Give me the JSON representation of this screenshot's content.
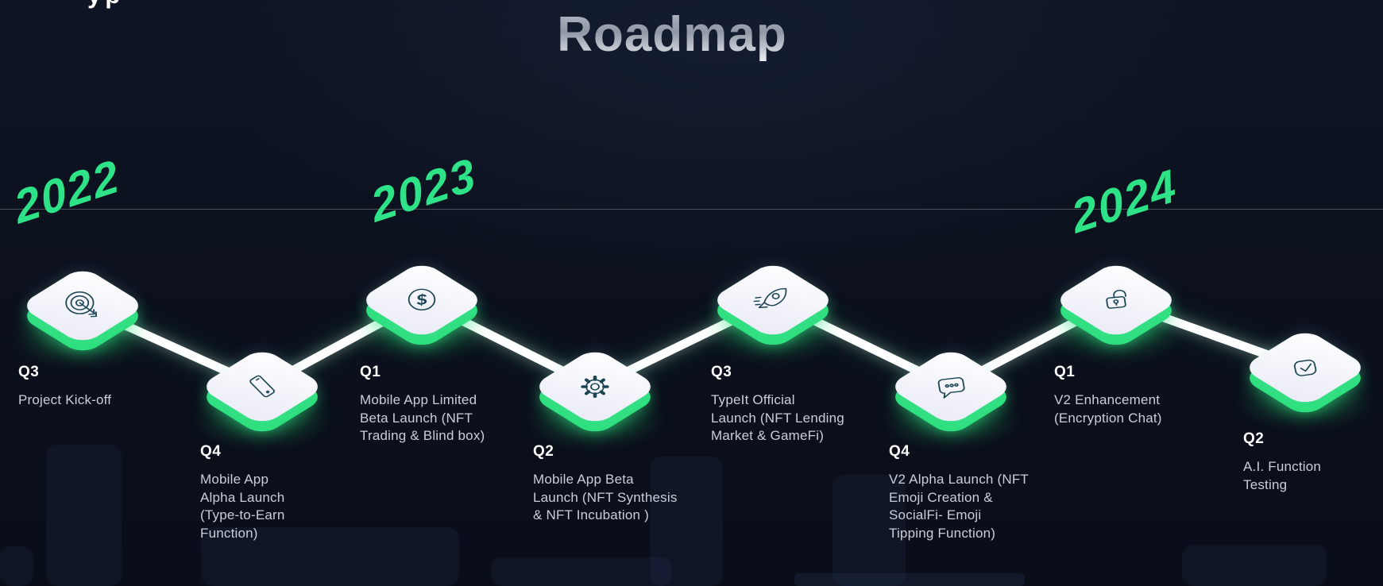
{
  "page": {
    "title": "Roadmap",
    "logo_fragment": "yp"
  },
  "colors": {
    "accent_green": "#2ee287",
    "tile_edge_green": "#2be07c",
    "background": "#0c111d",
    "quarter_text": "#ffffff",
    "description_text": "#c9ced8",
    "icon_stroke": "#1c4553"
  },
  "years": [
    {
      "label": "2022"
    },
    {
      "label": "2023"
    },
    {
      "label": "2024"
    }
  ],
  "milestones": [
    {
      "quarter": "Q3",
      "year": "2022",
      "icon": "target-icon",
      "description": "Project Kick-off"
    },
    {
      "quarter": "Q4",
      "year": "2022",
      "icon": "smartphone-icon",
      "description": "Mobile App\nAlpha Launch\n(Type-to-Earn\nFunction)"
    },
    {
      "quarter": "Q1",
      "year": "2023",
      "icon": "dollar-icon",
      "description": "Mobile App Limited\nBeta Launch (NFT\nTrading & Blind box)"
    },
    {
      "quarter": "Q2",
      "year": "2023",
      "icon": "gear-icon",
      "description": "Mobile App Beta\nLaunch (NFT Synthesis\n& NFT Incubation )"
    },
    {
      "quarter": "Q3",
      "year": "2023",
      "icon": "rocket-icon",
      "description": "TypeIt Official\nLaunch (NFT Lending\nMarket & GameFi)"
    },
    {
      "quarter": "Q4",
      "year": "2023",
      "icon": "chat-bubble-icon",
      "description": "V2 Alpha Launch (NFT\nEmoji Creation &\nSocialFi- Emoji\nTipping Function)"
    },
    {
      "quarter": "Q1",
      "year": "2024",
      "icon": "lock-icon",
      "description": "V2 Enhancement\n(Encryption Chat)"
    },
    {
      "quarter": "Q2",
      "year": "2024",
      "icon": "check-icon",
      "description": "A.I. Function\nTesting"
    }
  ]
}
